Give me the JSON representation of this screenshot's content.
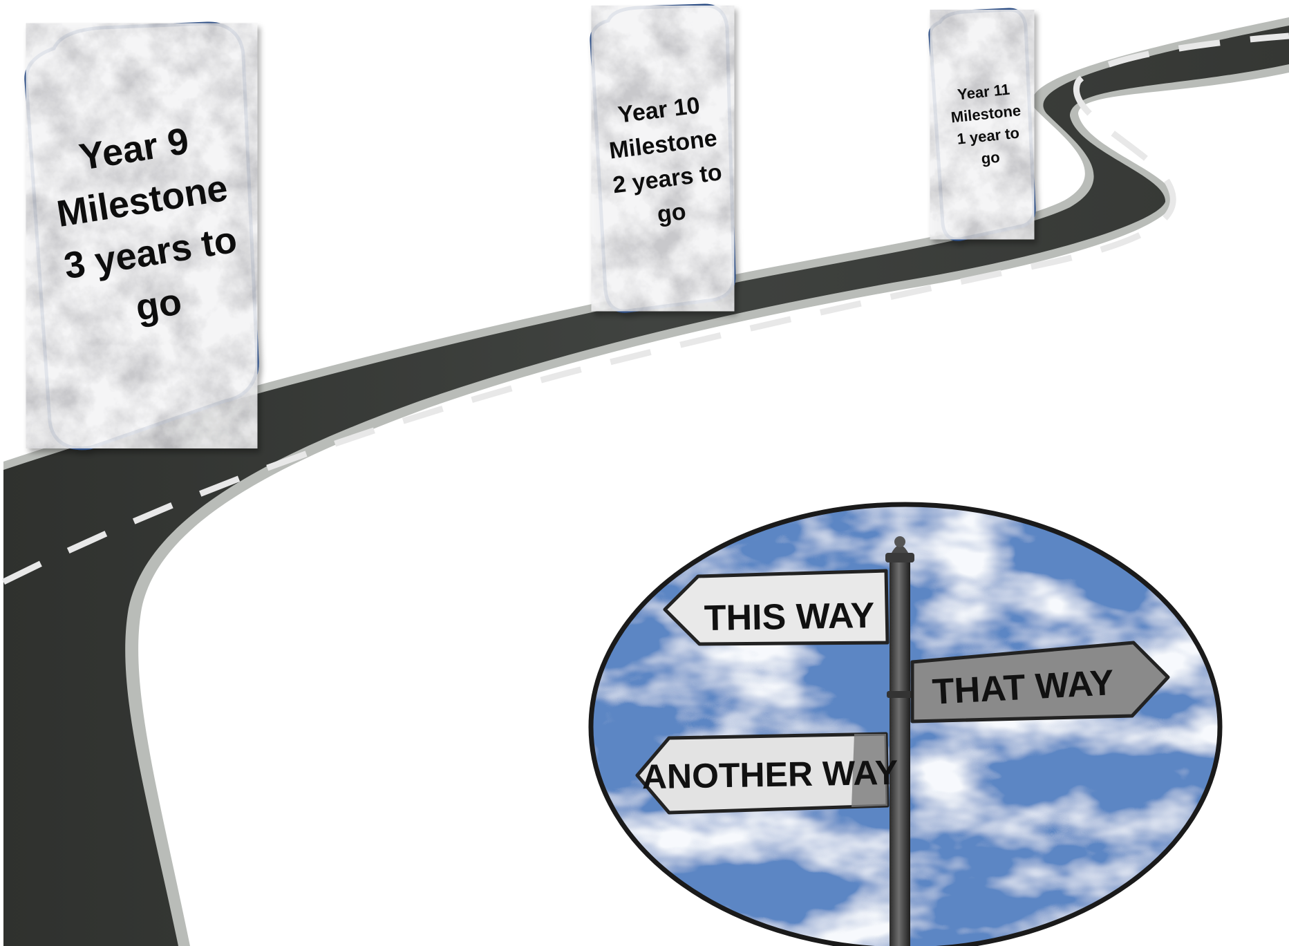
{
  "milestones": [
    {
      "line1": "Year 9",
      "line2": "Milestone",
      "line3": "3 years to",
      "line4": "go"
    },
    {
      "line1": "Year 10",
      "line2": "Milestone",
      "line3": "2 years to",
      "line4": "go"
    },
    {
      "line1": "Year 11",
      "line2": "Milestone",
      "line3": "1 year to",
      "line4": "go"
    }
  ],
  "signpost": {
    "this_way": "THIS WAY",
    "that_way": "THAT WAY",
    "another_way": "ANOTHER WAY"
  },
  "colors": {
    "road": "#3a3c39",
    "road_edge": "#b9bcb8",
    "lane_marking": "#e8e8e8",
    "card_border": "#2f4f86",
    "sky": "#5b86c4",
    "cloud": "#e9eef5",
    "ellipse_border": "#1a1a1a"
  }
}
